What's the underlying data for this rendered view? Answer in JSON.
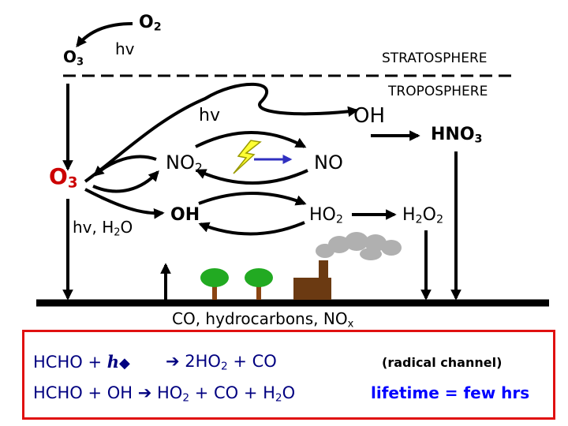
{
  "labels": {
    "o2_top_main": "O",
    "o2_top_sub": "2",
    "o3_top_main": "O",
    "o3_top_sub": "3",
    "hv_top": "hv",
    "stratosphere": "STRATOSPHERE",
    "troposphere": "TROPOSPHERE",
    "hv_mid": "hv",
    "oh_top": "OH",
    "hno3_main": "HNO",
    "hno3_sub": "3",
    "o3_big_main": "O",
    "o3_big_sub": "3",
    "no2_main": "NO",
    "no2_sub": "2",
    "no": "NO",
    "hv_h2o_a": "hv, H",
    "hv_h2o_sub": "2",
    "hv_h2o_b": "O",
    "oh_mid": "OH",
    "ho2_main": "HO",
    "ho2_sub": "2",
    "h2o2_a": "H",
    "h2o2_sub1": "2",
    "h2o2_b": "O",
    "h2o2_sub2": "2",
    "emissions_main": "CO, hydrocarbons, NO",
    "emissions_sub": "x"
  },
  "reactions": {
    "r1_left": "HCHO + ",
    "r1_symbol": "h",
    "r1_right_a": "2HO",
    "r1_right_sub": "2",
    "r1_right_b": " + CO",
    "r1_note": "(radical channel)",
    "r2_left": "HCHO + OH ",
    "r2_right_a": "HO",
    "r2_right_sub1": "2",
    "r2_right_b": " + CO + H",
    "r2_right_sub2": "2",
    "r2_right_c": "O",
    "lifetime": "lifetime = few hrs"
  },
  "colors": {
    "lightning": "#ffff33",
    "bolt_arrow": "#3030c0",
    "tree": "#22aa22",
    "trunk": "#8b4513",
    "factory": "#6b3a12",
    "smoke": "#b0b0b0",
    "box_border": "#e01010",
    "lifetime_text": "#0000ff",
    "reaction_text": "#000080"
  }
}
